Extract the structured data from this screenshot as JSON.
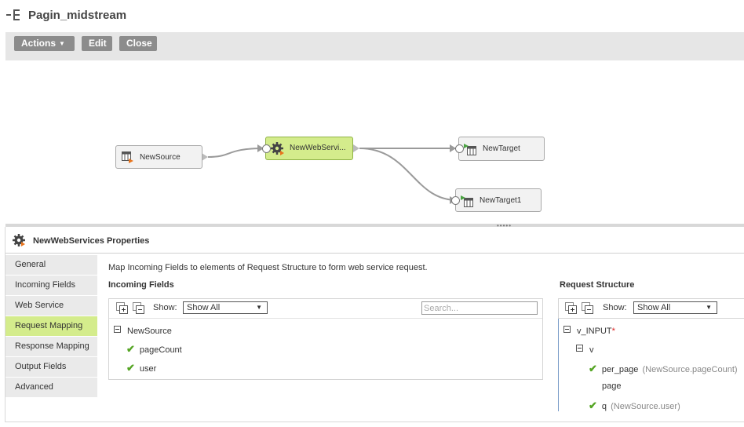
{
  "header": {
    "icon": "mapping-icon",
    "title": "Pagin_midstream"
  },
  "toolbar": {
    "actions_label": "Actions",
    "edit_label": "Edit",
    "close_label": "Close"
  },
  "canvas": {
    "nodes": [
      {
        "id": "source",
        "label": "NewSource",
        "icon": "source-icon"
      },
      {
        "id": "webservice",
        "label": "NewWebServi...",
        "icon": "gear-icon",
        "selected": true
      },
      {
        "id": "target",
        "label": "NewTarget",
        "icon": "target-icon"
      },
      {
        "id": "target1",
        "label": "NewTarget1",
        "icon": "target-icon"
      }
    ]
  },
  "properties": {
    "title": "NewWebServices Properties",
    "tabs": [
      {
        "label": "General"
      },
      {
        "label": "Incoming Fields"
      },
      {
        "label": "Web Service"
      },
      {
        "label": "Request Mapping",
        "active": true
      },
      {
        "label": "Response Mapping"
      },
      {
        "label": "Output Fields"
      },
      {
        "label": "Advanced"
      }
    ],
    "description": "Map Incoming Fields to elements of Request Structure to form web service request.",
    "incoming": {
      "title": "Incoming Fields",
      "show_label": "Show:",
      "show_value": "Show All",
      "search_placeholder": "Search...",
      "root": "NewSource",
      "fields": [
        "pageCount",
        "user"
      ]
    },
    "request": {
      "title": "Request Structure",
      "show_label": "Show:",
      "show_value": "Show All",
      "root": "v_INPUT",
      "required_mark": "*",
      "group": "v",
      "rows": [
        {
          "name": "per_page",
          "mapped": "(NewSource.pageCount)",
          "checked": true
        },
        {
          "name": "page",
          "mapped": "",
          "checked": false
        },
        {
          "name": "q",
          "mapped": "(NewSource.user)",
          "checked": true
        }
      ]
    }
  },
  "colors": {
    "selected_bg": "#d4ec8c",
    "check_green": "#55a524",
    "required_red": "#d9201e",
    "toolbar_button": "#8c8c8c"
  }
}
